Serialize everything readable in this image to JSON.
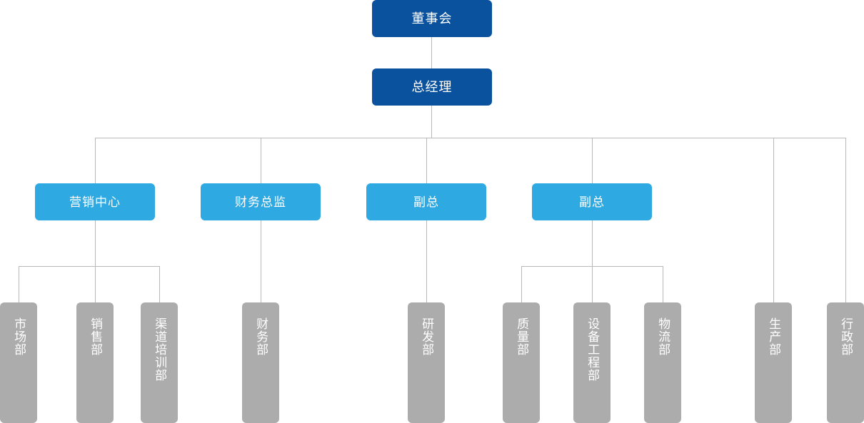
{
  "chart_data": {
    "type": "diagram",
    "diagram_kind": "organization-chart",
    "title": "",
    "orientation": "top-down",
    "levels": 4,
    "colors": {
      "level_top": "#0A529E",
      "level_mid": "#2FA9E2",
      "level_leaf": "#ACACAC",
      "connector": "#B9B9B9",
      "node_text": "#FFFFFF",
      "background": "#FFFFFF"
    },
    "nodes": [
      {
        "id": "board",
        "label": "董事会",
        "level": "top",
        "parent": null
      },
      {
        "id": "gm",
        "label": "总经理",
        "level": "top",
        "parent": "board"
      },
      {
        "id": "marketing_ctr",
        "label": "营销中心",
        "level": "mid",
        "parent": "gm"
      },
      {
        "id": "cfo",
        "label": "财务总监",
        "level": "mid",
        "parent": "gm"
      },
      {
        "id": "vp1",
        "label": "副总",
        "level": "mid",
        "parent": "gm"
      },
      {
        "id": "vp2",
        "label": "副总",
        "level": "mid",
        "parent": "gm"
      },
      {
        "id": "market_dept",
        "label": "市场部",
        "level": "leaf",
        "parent": "marketing_ctr"
      },
      {
        "id": "sales_dept",
        "label": "销售部",
        "level": "leaf",
        "parent": "marketing_ctr"
      },
      {
        "id": "channel_dept",
        "label": "渠道培训部",
        "level": "leaf",
        "parent": "marketing_ctr"
      },
      {
        "id": "finance_dept",
        "label": "财务部",
        "level": "leaf",
        "parent": "cfo"
      },
      {
        "id": "rnd_dept",
        "label": "研发部",
        "level": "leaf",
        "parent": "vp1"
      },
      {
        "id": "quality_dept",
        "label": "质量部",
        "level": "leaf",
        "parent": "vp2"
      },
      {
        "id": "equip_dept",
        "label": "设备工程部",
        "level": "leaf",
        "parent": "vp2"
      },
      {
        "id": "logistics_dept",
        "label": "物流部",
        "level": "leaf",
        "parent": "vp2"
      },
      {
        "id": "production_dept",
        "label": "生产部",
        "level": "leaf",
        "parent": "gm"
      },
      {
        "id": "admin_dept",
        "label": "行政部",
        "level": "leaf",
        "parent": "gm"
      }
    ]
  },
  "nodes": {
    "board": {
      "label": "董事会"
    },
    "gm": {
      "label": "总经理"
    },
    "marketing_center": {
      "label": "营销中心"
    },
    "finance_director": {
      "label": "财务总监"
    },
    "vp1": {
      "label": "副总"
    },
    "vp2": {
      "label": "副总"
    },
    "market_dept": {
      "label": "市场部"
    },
    "sales_dept": {
      "label": "销售部"
    },
    "channel_training_dept": {
      "label": "渠道培训部"
    },
    "finance_dept": {
      "label": "财务部"
    },
    "rnd_dept": {
      "label": "研发部"
    },
    "quality_dept": {
      "label": "质量部"
    },
    "equipment_engineering_dept": {
      "label": "设备工程部"
    },
    "logistics_dept": {
      "label": "物流部"
    },
    "production_dept": {
      "label": "生产部"
    },
    "admin_dept": {
      "label": "行政部"
    }
  }
}
